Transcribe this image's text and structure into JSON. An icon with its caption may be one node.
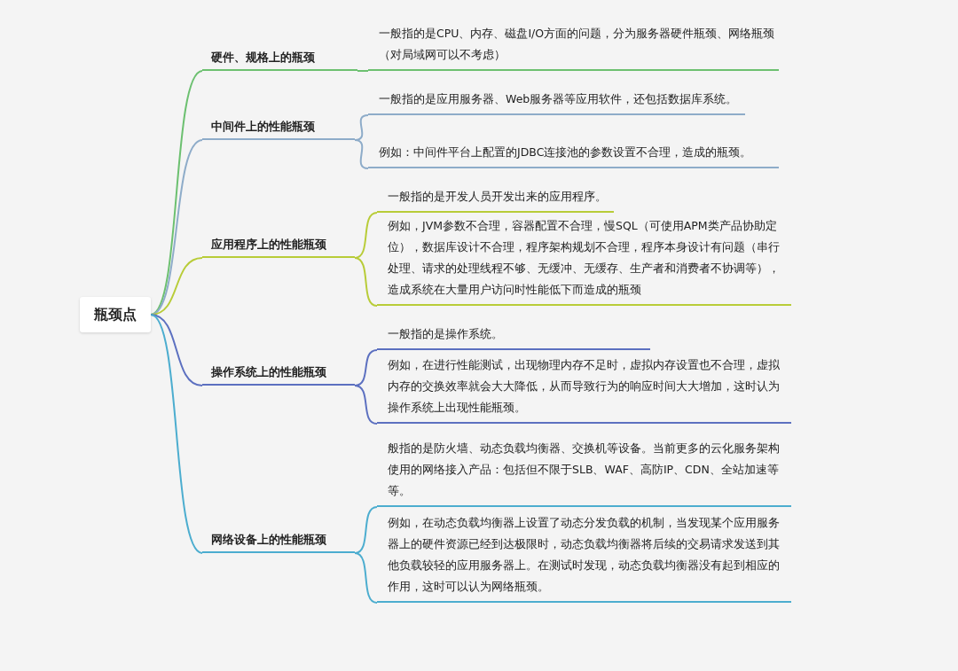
{
  "diagram": {
    "nodes": [
      {
        "text": [
          "瓶颈点"
        ]
      },
      {
        "text": [
          "硬件、规格上的瓶颈"
        ]
      },
      {
        "text": [
          "一般指的是CPU、内存、磁盘I/O方面的问题，分为服务器硬件瓶颈、网络瓶颈（对局域网可以不考虑）"
        ]
      },
      {
        "text": [
          "中间件上的性能瓶颈"
        ]
      },
      {
        "text": [
          "一般指的是应用服务器、Web服务器等应用软件，还包括数据库系统。"
        ]
      },
      {
        "text": [
          "例如：中间件平台上配置的JDBC连接池的参数设置不合理，造成的瓶颈。"
        ]
      },
      {
        "text": [
          "应用程序上的性能瓶颈"
        ]
      },
      {
        "text": [
          "一般指的是开发人员开发出来的应用程序。"
        ]
      },
      {
        "text": [
          "例如，JVM参数不合理，容器配置不合理，慢SQL（可使用APM类产品协助定位），数据库设计不合理，程序架构规划不合理，程序本身设计有问题（串行处理、请求的处理线程不够、无缓冲、无缓存、生产者和消费者不协调等），造成系统在大量用户访问时性能低下而造成的瓶颈"
        ]
      },
      {
        "text": [
          "操作系统上的性能瓶颈"
        ]
      },
      {
        "text": [
          "一般指的是操作系统。"
        ]
      },
      {
        "text": [
          "例如，在进行性能测试，出现物理内存不足时，虚拟内存设置也不合理，虚拟内存的交换效率就会大大降低，从而导致行为的响应时间大大增加，这时认为操作系统上出现性能瓶颈。"
        ]
      },
      {
        "text": [
          "网络设备上的性能瓶颈"
        ]
      },
      {
        "text": [
          "般指的是防火墙、动态负载均衡器、交换机等设备。当前更多的云化服务架构使用的网络接入产品：包括但不限于SLB、WAF、高防IP、CDN、全站加速等等。"
        ]
      },
      {
        "text": [
          "例如，在动态负载均衡器上设置了动态分发负载的机制，当发现某个应用服务器上的硬件资源已经到达极限时，动态负载均衡器将后续的交易请求发送到其他负载较轻的应用服务器上。在测试时发现，动态负载均衡器没有起到相应的作用，这时可以认为网络瓶颈。"
        ]
      }
    ],
    "edges": [
      {
        "from": 0,
        "to": 1,
        "arrow": "none",
        "color": "#6cc070"
      },
      {
        "from": 1,
        "to": 2,
        "arrow": "none",
        "color": "#6cc070"
      },
      {
        "from": 0,
        "to": 3,
        "arrow": "none",
        "color": "#8eacc9"
      },
      {
        "from": 3,
        "to": 4,
        "arrow": "none",
        "color": "#8eacc9"
      },
      {
        "from": 3,
        "to": 5,
        "arrow": "none",
        "color": "#8eacc9"
      },
      {
        "from": 0,
        "to": 6,
        "arrow": "none",
        "color": "#b8cc38"
      },
      {
        "from": 6,
        "to": 7,
        "arrow": "none",
        "color": "#b8cc38"
      },
      {
        "from": 6,
        "to": 8,
        "arrow": "none",
        "color": "#b8cc38"
      },
      {
        "from": 0,
        "to": 9,
        "arrow": "none",
        "color": "#5c70c0"
      },
      {
        "from": 9,
        "to": 10,
        "arrow": "none",
        "color": "#5c70c0"
      },
      {
        "from": 9,
        "to": 11,
        "arrow": "none",
        "color": "#5c70c0"
      },
      {
        "from": 0,
        "to": 12,
        "arrow": "none",
        "color": "#4cadcf"
      },
      {
        "from": 12,
        "to": 13,
        "arrow": "none",
        "color": "#4cadcf"
      },
      {
        "from": 12,
        "to": 14,
        "arrow": "none",
        "color": "#4cadcf"
      }
    ]
  }
}
